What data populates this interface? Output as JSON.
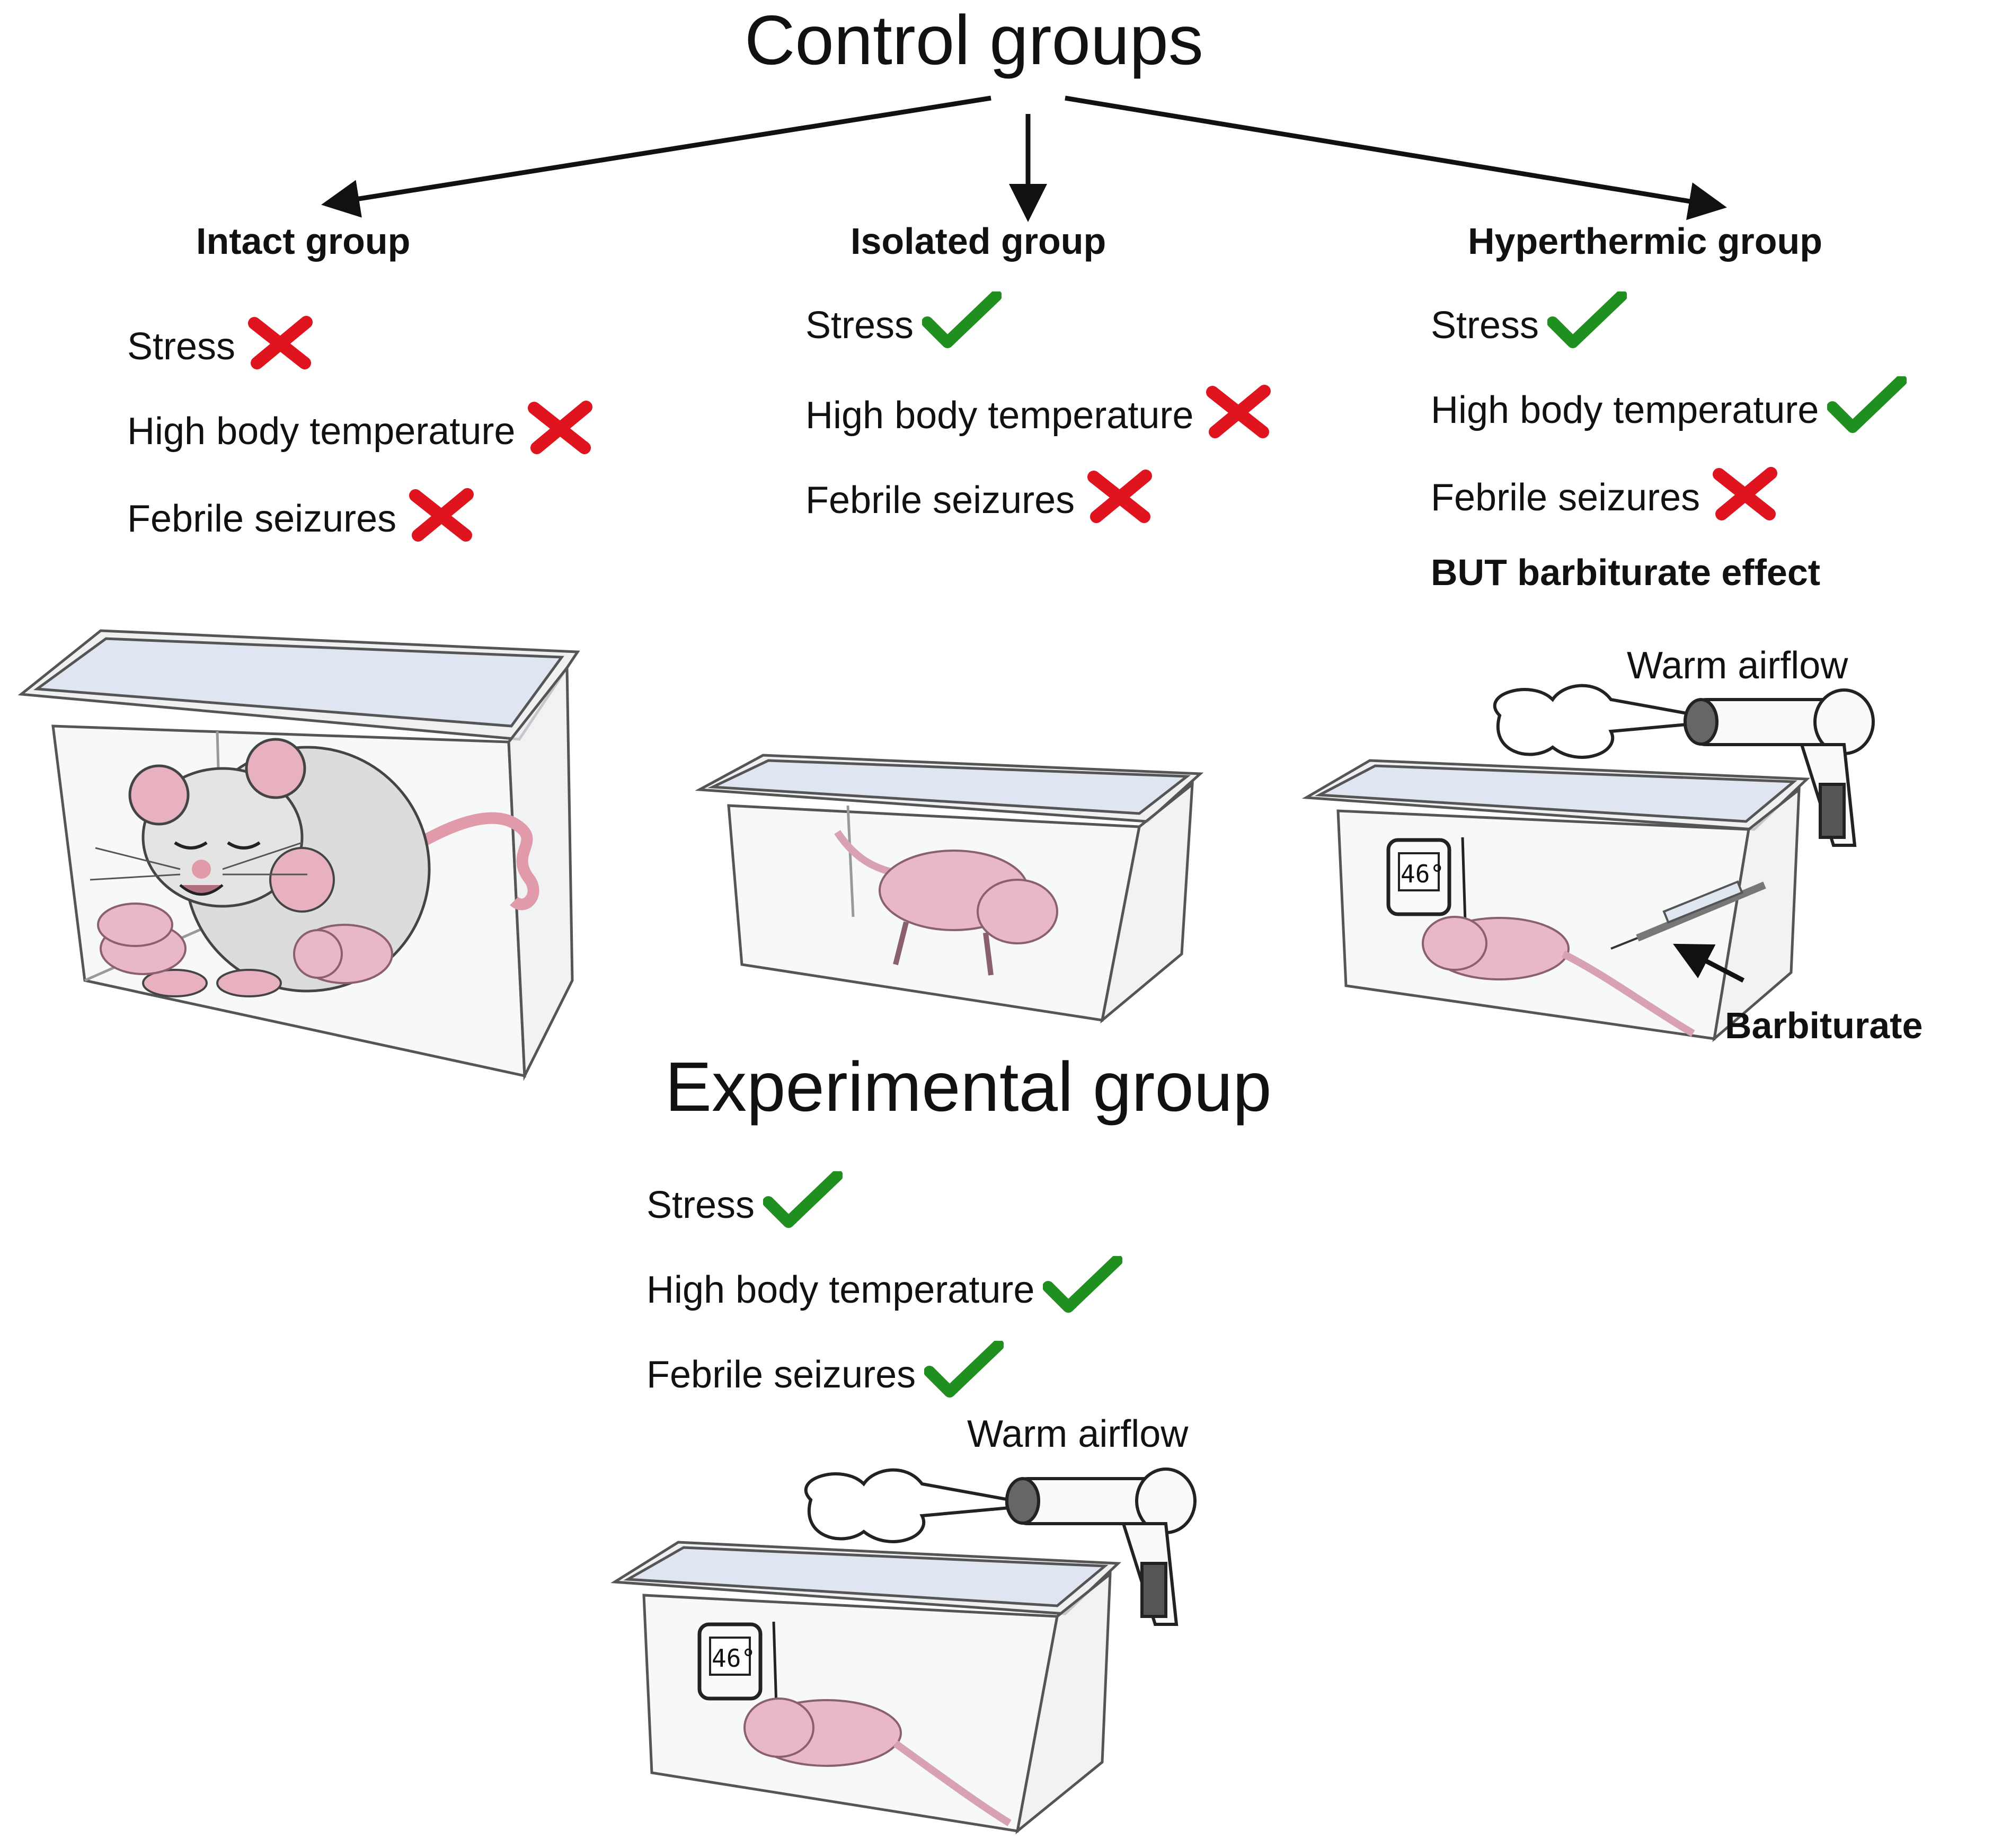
{
  "control": {
    "title": "Control groups",
    "groups": [
      {
        "title": "Intact group",
        "items": [
          {
            "label": "Stress",
            "status": "no"
          },
          {
            "label": "High body temperature",
            "status": "no"
          },
          {
            "label": "Febrile seizures",
            "status": "no"
          }
        ]
      },
      {
        "title": "Isolated group",
        "items": [
          {
            "label": "Stress",
            "status": "yes"
          },
          {
            "label": "High body temperature",
            "status": "no"
          },
          {
            "label": "Febrile seizures",
            "status": "no"
          }
        ]
      },
      {
        "title": "Hyperthermic group",
        "items": [
          {
            "label": "Stress",
            "status": "yes"
          },
          {
            "label": "High body temperature",
            "status": "yes"
          },
          {
            "label": "Febrile seizures",
            "status": "no"
          }
        ],
        "note": "BUT barbiturate effect",
        "airflow_label": "Warm airflow",
        "thermometer": "46°",
        "injection_label": "Barbiturate"
      }
    ]
  },
  "experimental": {
    "title": "Experimental group",
    "items": [
      {
        "label": "Stress",
        "status": "yes"
      },
      {
        "label": "High body temperature",
        "status": "yes"
      },
      {
        "label": "Febrile seizures",
        "status": "yes"
      }
    ],
    "airflow_label": "Warm airflow",
    "thermometer": "46°"
  },
  "colors": {
    "check": "#1f8f1f",
    "cross": "#e0141e",
    "pup": "#e9b8c6",
    "rat": "#dcdcdc"
  }
}
